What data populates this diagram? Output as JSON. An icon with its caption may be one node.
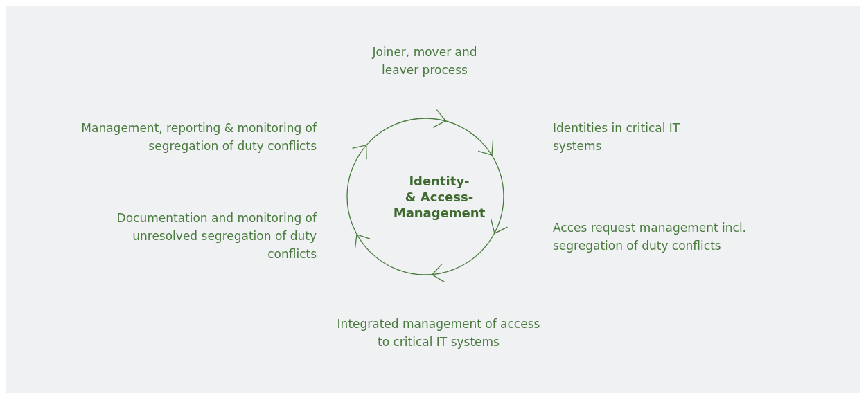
{
  "diagram": {
    "nodes": [
      {
        "text": [
          "Identity- & Access- Management"
        ]
      }
    ],
    "labels": [
      "Joiner, mover and leaver process",
      "Management, reporting & monitoring of segregation of duty conflicts",
      "Identities in critical IT systems",
      "Documentation and monitoring of unresolved segregation of duty conflicts",
      "Acces request management incl. segregation of duty conflicts",
      "Integrated management of access to critical IT systems"
    ]
  }
}
